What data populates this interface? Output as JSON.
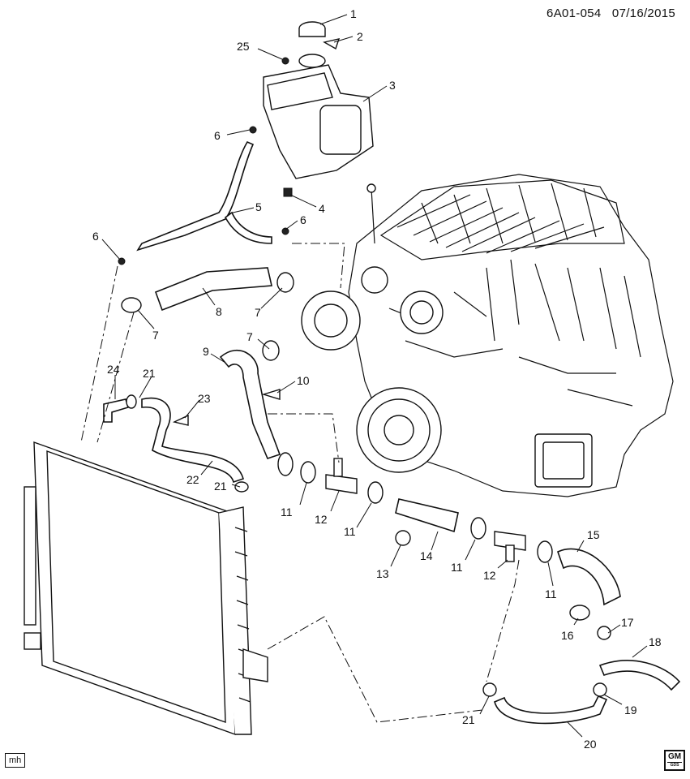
{
  "header": {
    "diagram_id": "6A01-054",
    "date": "07/16/2015"
  },
  "footer": {
    "initials": "mh",
    "brand_logo": "GM",
    "brand_sub": "GDS"
  },
  "callouts": {
    "c1": "1",
    "c2": "2",
    "c3": "3",
    "c4": "4",
    "c5": "5",
    "c6a": "6",
    "c6b": "6",
    "c6c": "6",
    "c7a": "7",
    "c7b": "7",
    "c7c": "7",
    "c8": "8",
    "c9": "9",
    "c10": "10",
    "c11a": "11",
    "c11b": "11",
    "c11c": "11",
    "c11d": "11",
    "c12a": "12",
    "c12b": "12",
    "c13": "13",
    "c14": "14",
    "c15": "15",
    "c16": "16",
    "c17": "17",
    "c18": "18",
    "c19": "19",
    "c20": "20",
    "c21a": "21",
    "c21b": "21",
    "c21c": "21",
    "c22": "22",
    "c23": "23",
    "c24": "24",
    "c25": "25"
  },
  "icons": {
    "brand": "gm-logo-icon"
  }
}
